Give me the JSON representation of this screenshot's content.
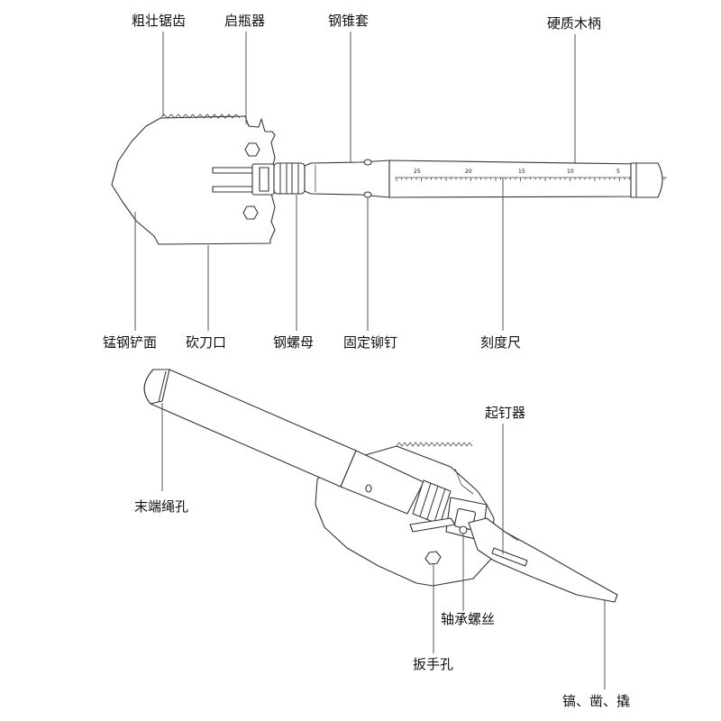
{
  "diagram": {
    "labels": {
      "serrated_edge": "粗壮锯齿",
      "bottle_opener": "启瓶器",
      "steel_cone_sleeve": "钢锥套",
      "hardwood_handle": "硬质木柄",
      "manganese_steel_blade": "锰钢铲面",
      "chopping_edge": "砍刀口",
      "steel_nut": "钢螺母",
      "fixing_rivet": "固定铆钉",
      "ruler": "刻度尺",
      "nail_puller": "起钉器",
      "end_rope_hole": "末端绳孔",
      "bearing_screw": "轴承螺丝",
      "wrench_hole": "扳手孔",
      "pick_chisel_pry": "镐、凿、撬"
    },
    "ruler_ticks": [
      "25",
      "20",
      "15",
      "10",
      "5"
    ],
    "colors": {
      "outline": "#333333",
      "leader": "#555555",
      "text": "#111111",
      "background": "#ffffff"
    }
  }
}
